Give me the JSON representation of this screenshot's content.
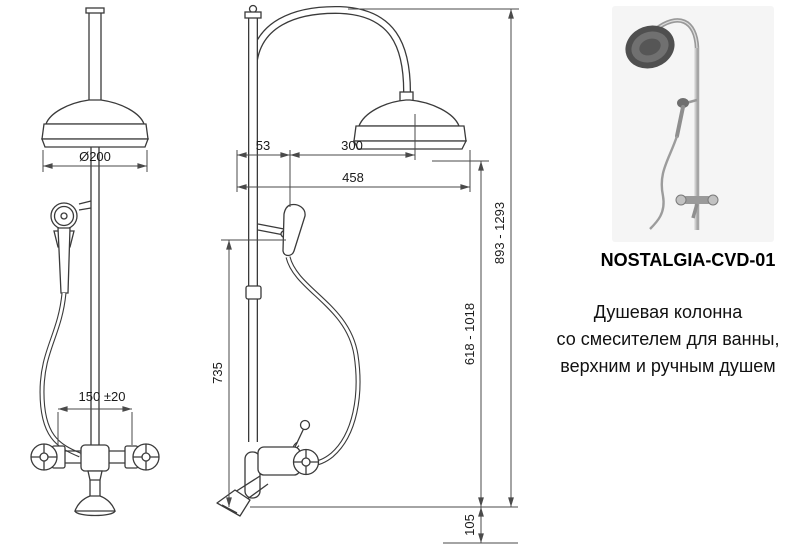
{
  "product": {
    "code": "NOSTALGIA-CVD-01",
    "description": [
      "Душевая колонна",
      "со смесителем для ванны,",
      "верхним и ручным душем"
    ]
  },
  "dimensions": {
    "head_diameter": "Ø200",
    "inlet_spacing": "150 ±20",
    "horn_offset": "53",
    "horn_length": "300",
    "total_reach": "458",
    "column_height": "735",
    "head_height_range": "618 - 1018",
    "total_height_range": "893 - 1293",
    "spout_drop": "105"
  }
}
